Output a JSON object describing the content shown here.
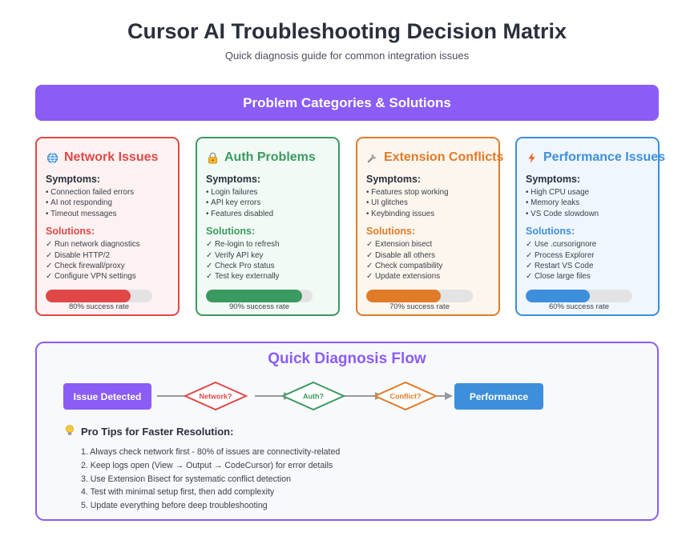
{
  "header": {
    "title": "Cursor AI Troubleshooting Decision Matrix",
    "subtitle": "Quick diagnosis guide for common integration issues"
  },
  "banner": {
    "label": "Problem Categories & Solutions"
  },
  "labels": {
    "symptoms": "Symptoms:",
    "solutions": "Solutions:"
  },
  "categories": [
    {
      "title": "Network Issues",
      "icon": "globe-icon",
      "color": "#e04848",
      "bg": "#fdf2f2",
      "symptoms": [
        "Connection failed errors",
        "AI not responding",
        "Timeout messages"
      ],
      "solutions": [
        "Run network diagnostics",
        "Disable HTTP/2",
        "Check firewall/proxy",
        "Configure VPN settings"
      ],
      "success_rate": 0.8,
      "rate_label": "80% success rate"
    },
    {
      "title": "Auth Problems",
      "icon": "lock-icon",
      "color": "#3a9a60",
      "bg": "#f1faf4",
      "symptoms": [
        "Login failures",
        "API key errors",
        "Features disabled"
      ],
      "solutions": [
        "Re-login to refresh",
        "Verify API key",
        "Check Pro status",
        "Test key externally"
      ],
      "success_rate": 0.9,
      "rate_label": "90% success rate"
    },
    {
      "title": "Extension Conflicts",
      "icon": "wrench-icon",
      "color": "#e07b28",
      "bg": "#fdf6ee",
      "symptoms": [
        "Features stop working",
        "UI glitches",
        "Keybinding issues"
      ],
      "solutions": [
        "Extension bisect",
        "Disable all others",
        "Check compatibility",
        "Update extensions"
      ],
      "success_rate": 0.7,
      "rate_label": "70% success rate"
    },
    {
      "title": "Performance Issues",
      "icon": "lightning-icon",
      "color": "#3d8fdc",
      "bg": "#f0f6fd",
      "symptoms": [
        "High CPU usage",
        "Memory leaks",
        "VS Code slowdown"
      ],
      "solutions": [
        "Use .cursorignore",
        "Process Explorer",
        "Restart VS Code",
        "Close large files"
      ],
      "success_rate": 0.6,
      "rate_label": "60% success rate"
    }
  ],
  "flow": {
    "title": "Quick Diagnosis Flow",
    "start": {
      "label": "Issue Detected",
      "color": "#8b5cf6"
    },
    "decisions": [
      {
        "label": "Network?",
        "color": "#e04848"
      },
      {
        "label": "Auth?",
        "color": "#3a9a60"
      },
      {
        "label": "Conflict?",
        "color": "#e07b28"
      }
    ],
    "end": {
      "label": "Performance",
      "color": "#3d8fdc"
    },
    "arrow_color": "#999999"
  },
  "tips": {
    "icon": "lightbulb-icon",
    "heading": "Pro Tips for Faster Resolution:",
    "items": [
      "1. Always check network first - 80% of issues are connectivity-related",
      "2. Keep logs open (View → Output → CodeCursor) for error details",
      "3. Use Extension Bisect for systematic conflict detection",
      "4. Test with minimal setup first, then add complexity",
      "5. Update everything before deep troubleshooting"
    ]
  }
}
